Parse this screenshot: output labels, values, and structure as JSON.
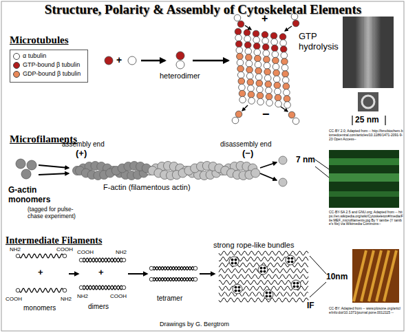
{
  "diagram": {
    "title": "Structure, Polarity & Assembly of Cytoskeletal Elements",
    "labels": [
      "Microtubules",
      "+",
      "heterodimer",
      "+",
      "GTP hydrolysis",
      "−",
      "25 nm",
      "CC-BY 2.0; Adapted from -- http://bmcbiochem.biomedcentral.com/articles/10.1186/1471-2091-9-23 Open Access--",
      "Microfilaments",
      "assembly end",
      "(+)",
      "disassembly end",
      "(−)",
      "G-actin monomers",
      "(tagged for pulse-chase experiment)",
      "F-actin (filamentous actin)",
      "7 nm",
      "CC-BY-SA 2.5 and GNU.org; Adapted from -- https://en.wikipedia.org/wiki/Cytoskeleton#/media/File:MEF_microfilaments.jpg By Y tambe (Y tambe's file) via Wikimedia Commons--",
      "Intermediate Filaments",
      "NH2",
      "COOH",
      "+",
      "COOH",
      "NH2",
      "monomers",
      "COOH",
      "NH2",
      "+",
      "NH2",
      "COOH",
      "dimers",
      "tetramer",
      "strong rope-like bundles",
      "IF",
      "10nm",
      "CC-BY: Adapted from -- www.plosone.org/article/info:doi/10.1371/journal.pone.0012115 --",
      "Drawings by G. Bergtrom"
    ],
    "legend": [
      {
        "text": "α tubulin",
        "color": "#ffffff"
      },
      {
        "text": "GTP-bound β tubulin",
        "color": "#b01c1c"
      },
      {
        "text": "GDP-bound β tubulin",
        "color": "#e8895a"
      }
    ]
  }
}
